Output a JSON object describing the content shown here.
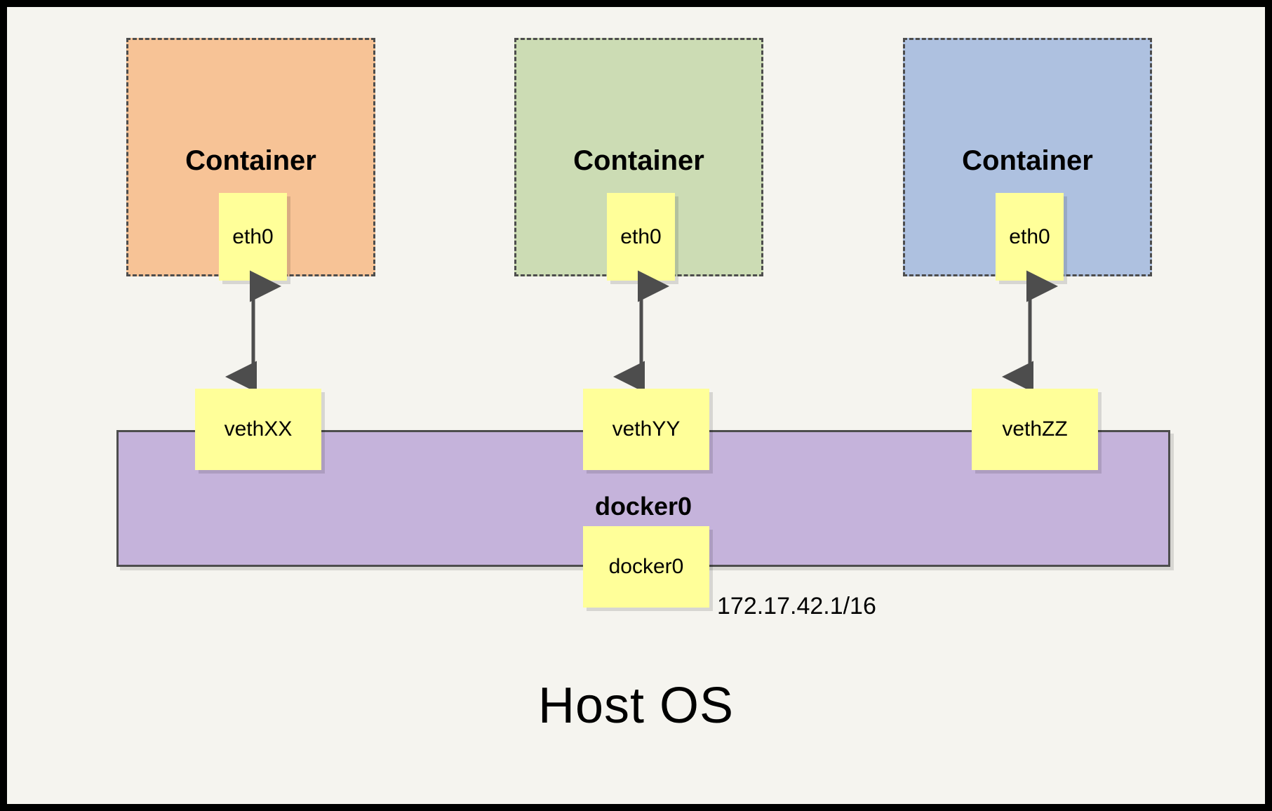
{
  "diagram": {
    "title_label": "Host OS",
    "frame_color": "#000000",
    "canvas_color": "#f5f4ef"
  },
  "containers": [
    {
      "title": "Container",
      "interface_label": "eth0",
      "fill": "#f7c396",
      "border": "#4d4d4d"
    },
    {
      "title": "Container",
      "interface_label": "eth0",
      "fill": "#ccdcb4",
      "border": "#4d4d4d"
    },
    {
      "title": "Container",
      "interface_label": "eth0",
      "fill": "#aec1e0",
      "border": "#4d4d4d"
    }
  ],
  "veth_pairs": [
    {
      "label": "vethXX"
    },
    {
      "label": "vethYY"
    },
    {
      "label": "vethZZ"
    }
  ],
  "bridge": {
    "name_label": "docker0",
    "interface_label": "docker0",
    "ip_label": "172.17.42.1/16",
    "fill": "#c5b3db",
    "border": "#4d4d4d"
  },
  "arrow": {
    "color": "#4d4d4d",
    "style": "double-headed"
  },
  "note_box": {
    "fill": "#ffff99"
  }
}
